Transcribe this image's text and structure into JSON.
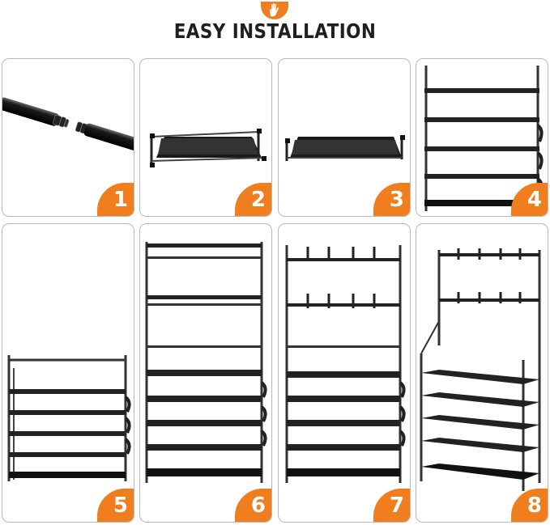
{
  "header": {
    "title": "EASY INSTALLATION",
    "badge_icon": "hand-icon",
    "accent_color": "#f07e1f"
  },
  "steps": [
    {
      "number": "1"
    },
    {
      "number": "2"
    },
    {
      "number": "3"
    },
    {
      "number": "4"
    },
    {
      "number": "5"
    },
    {
      "number": "6"
    },
    {
      "number": "7"
    },
    {
      "number": "8"
    }
  ]
}
